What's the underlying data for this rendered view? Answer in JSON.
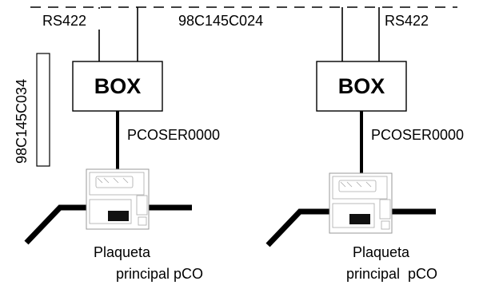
{
  "bus_label": "98C145C024",
  "serial_left": "RS422",
  "serial_right": "RS422",
  "vertical_label": "98C145C034",
  "units": [
    {
      "box_label": "BOX",
      "cable_label": "PCOSER0000",
      "board_line1": "Plaqueta",
      "board_line2": "principal pCO"
    },
    {
      "box_label": "BOX",
      "cable_label": "PCOSER0000",
      "board_line1": "Plaqueta",
      "board_line2": "principal  pCO"
    }
  ]
}
